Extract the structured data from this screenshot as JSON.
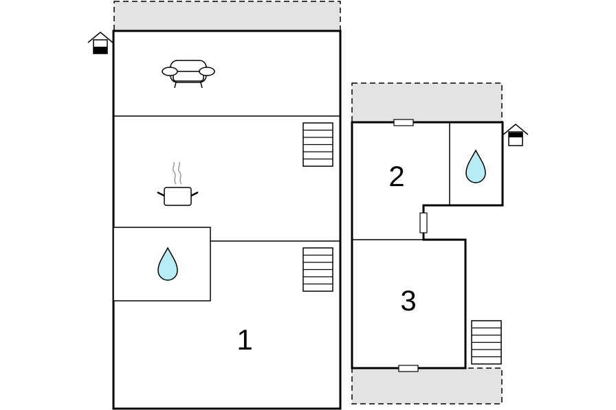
{
  "floorplan": {
    "rooms": [
      {
        "id": "1",
        "label": "1"
      },
      {
        "id": "2",
        "label": "2"
      },
      {
        "id": "3",
        "label": "3"
      }
    ],
    "icons": [
      "entrance-icon",
      "sofa-icon",
      "cooking-pot-icon",
      "water-drop-icon",
      "stairs-icon",
      "door-icon"
    ],
    "colors": {
      "wall": "#000000",
      "outdoor_area": "#e3e3e3",
      "water_drop": "#b7ecf4"
    }
  }
}
